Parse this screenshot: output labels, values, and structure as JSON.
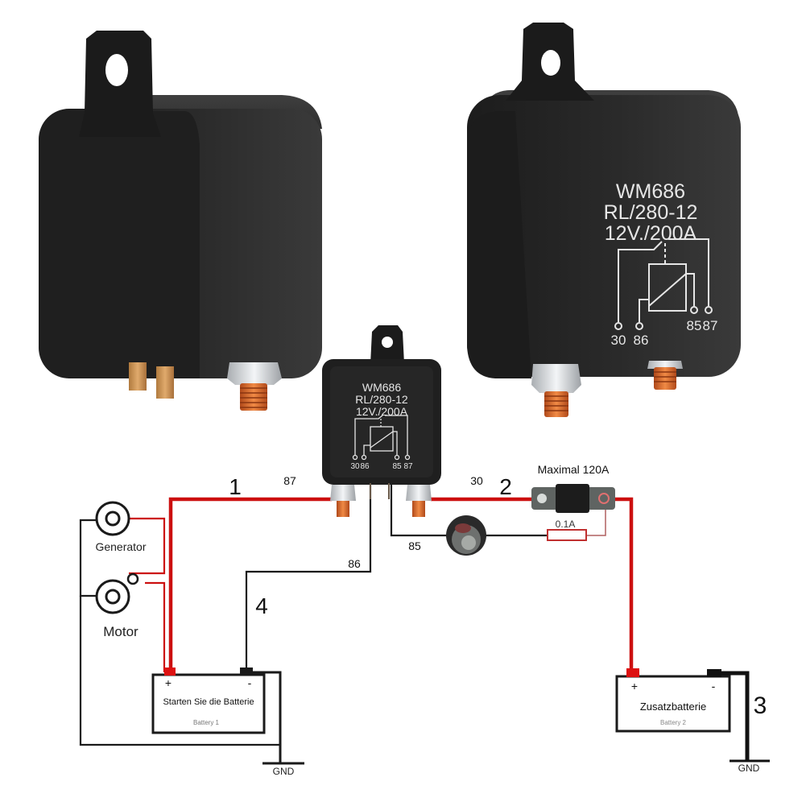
{
  "relay": {
    "model": "WM686",
    "part_number": "RL/280-12",
    "rating": "12V./200A",
    "terminals": [
      "30",
      "86",
      "85",
      "87"
    ]
  },
  "diagram": {
    "wire_numbers": [
      "1",
      "2",
      "3",
      "4"
    ],
    "terminal_labels": {
      "t87": "87",
      "t30": "30",
      "t86": "86",
      "t85": "85"
    },
    "fuse_main_label": "Maximal 120A",
    "fuse_small_label": "0.1A",
    "generator_label": "Generator",
    "motor_label": "Motor",
    "battery1": {
      "title": "Starten Sie die Batterie",
      "subtitle": "Battery 1",
      "plus": "+",
      "minus": "-"
    },
    "battery2": {
      "title": "Zusatzbatterie",
      "subtitle": "Battery 2",
      "plus": "+",
      "minus": "-"
    },
    "gnd_label": "GND"
  },
  "colors": {
    "wire_red": "#cc1010",
    "wire_black": "#1a1a1a",
    "relay_body": "#262626",
    "copper": "#d4601f",
    "zinc": "#cfd3d6"
  }
}
